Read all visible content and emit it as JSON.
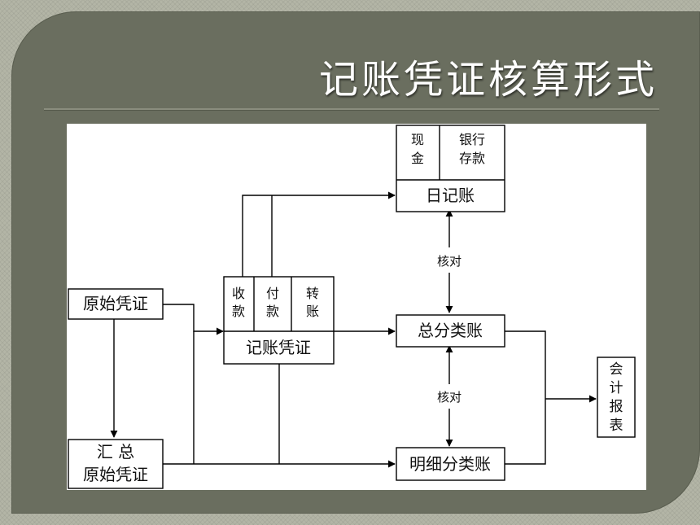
{
  "slide": {
    "title": "记账凭证核算形式"
  },
  "diagram": {
    "nodes": {
      "yuanshi": "原始凭证",
      "huizong_line1": "汇 总",
      "huizong_line2": "原始凭证",
      "shoukuan_c1": "收",
      "shoukuan_c2": "款",
      "fukuan_c1": "付",
      "fukuan_c2": "款",
      "zhuanzhang_c1": "转",
      "zhuanzhang_c2": "账",
      "jizhang": "记账凭证",
      "xianjin_c1": "现",
      "xianjin_c2": "金",
      "yinhang_line1": "银行",
      "yinhang_line2": "存款",
      "rijizhang": "日记账",
      "zongfenlei": "总分类账",
      "mingxi": "明细分类账",
      "baobiao_c1": "会",
      "baobiao_c2": "计",
      "baobiao_c3": "报",
      "baobiao_c4": "表"
    },
    "edge_labels": {
      "hedui_top": "核对",
      "hedui_bottom": "核对"
    }
  }
}
